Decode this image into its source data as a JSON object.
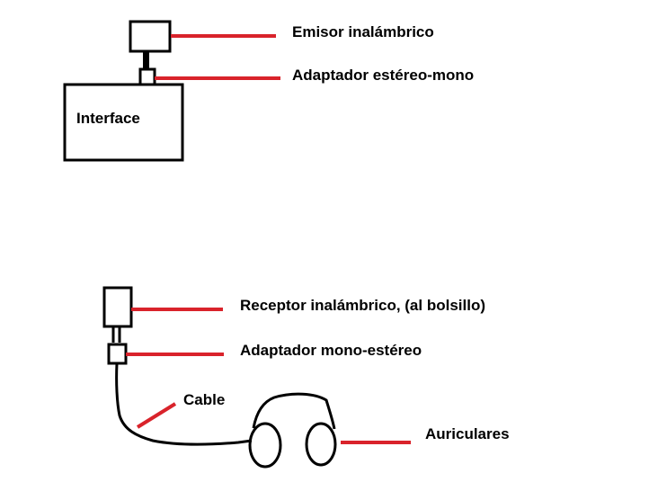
{
  "labels": {
    "emitter": "Emisor inalámbrico",
    "adapter_top": "Adaptador estéreo-mono",
    "interface": "Interface",
    "receiver": "Receptor inalámbrico, (al bolsillo)",
    "adapter_bottom": "Adaptador mono-estéreo",
    "cable": "Cable",
    "headphones": "Auriculares"
  },
  "colors": {
    "stroke": "#000000",
    "pointer": "#d9232b",
    "background": "#ffffff"
  }
}
